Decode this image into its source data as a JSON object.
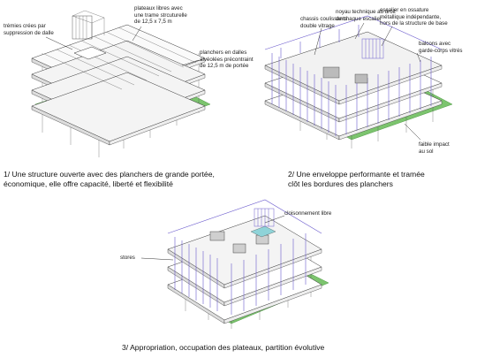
{
  "panel1": {
    "labels": {
      "tremies": "trémies crées par\nsuppression de dalle",
      "plateaux": "plateaux libres avec\nune trame strcuturelle\nde 12,5 x 7,5 m",
      "planchers": "planchers en dalles\nalvéolées précontraint\nde 12,5 m de portée"
    },
    "caption": "1/ Une structure ouverte avec des planchers de grande portée,\néconomique, elle offre capacité, liberté et flexibilité"
  },
  "panel2": {
    "labels": {
      "chassis": "chassis coulissants\ndouble vitrage",
      "noyau": "noyau technique au droit\nde chaque escalier",
      "escalier": "escalier en ossature\nmétallique indépendante,\nhors de la structure de base",
      "balcons": "balcons avec\ngarde-corps vitrés",
      "impact": "faible impact\nau sol"
    },
    "caption": "2/ Une enveloppe performante et tramée\nclôt les bordures des planchers"
  },
  "panel3": {
    "labels": {
      "cloisonnement": "cloisonnement libre",
      "stores": "stores"
    },
    "caption": "3/ Appropriation, occupation des plateaux, partition évolutive"
  },
  "colors": {
    "ground": "#7cc46e",
    "ground_edge": "#4f9a45",
    "facade": "#6a5acd",
    "slab_edge": "#333333",
    "water": "#8fd3d8"
  }
}
